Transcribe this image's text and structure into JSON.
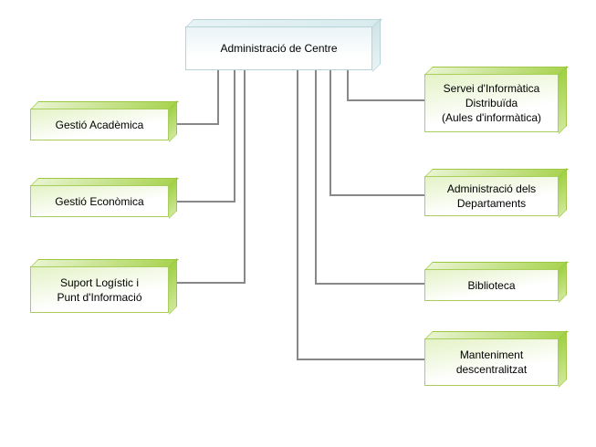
{
  "colors": {
    "green_edge": "#9bc83e",
    "green_border": "#a8cf5e",
    "green_face_top": "#e8f4d0",
    "green_face_top_dark": "#a9d350",
    "green_face_side": "#9fd043",
    "green_face_side_light": "#cfe79a",
    "green_face_front": "#e4f2c6",
    "blue_edge": "#b7d2d8",
    "blue_face_top": "#d8ebee",
    "blue_face_side": "#cfe4e8",
    "blue_face_front": "#e9f4f6",
    "connector": "#888888",
    "text": "#000000",
    "background": "#ffffff"
  },
  "nodes": {
    "root": {
      "label": "Administració de Centre"
    },
    "gestio_academica": {
      "label": "Gestió Acadèmica"
    },
    "gestio_economica": {
      "label": "Gestió Econòmica"
    },
    "suport_logistic": {
      "label": "Suport Logístic i\nPunt d'Informació"
    },
    "servei_informatica": {
      "label": "Servei d'Informàtica\nDistribuïda\n(Aules d'informàtica)"
    },
    "administracio_departaments": {
      "label": "Administració dels\nDepartaments"
    },
    "biblioteca": {
      "label": "Biblioteca"
    },
    "manteniment": {
      "label": "Manteniment\ndescentralitzat"
    }
  }
}
